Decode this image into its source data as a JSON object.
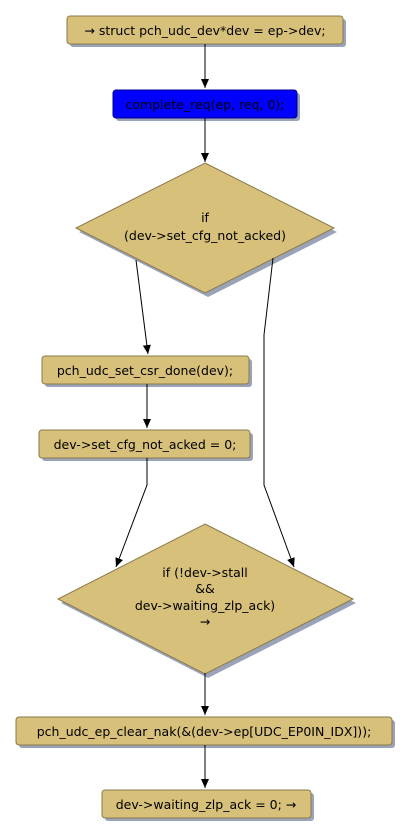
{
  "nodes": {
    "n1": "→ struct pch_udc_dev*dev = ep->dev;",
    "n2": "complete_req(ep, req, 0);",
    "n3_l1": "if",
    "n3_l2": "(dev->set_cfg_not_acked)",
    "n4": "pch_udc_set_csr_done(dev);",
    "n5": "dev->set_cfg_not_acked = 0;",
    "n6_l1": "if (!dev->stall",
    "n6_l2": "&&",
    "n6_l3": "dev->waiting_zlp_ack)",
    "n6_l4": "→",
    "n7": "pch_udc_ep_clear_nak(&(dev->ep[UDC_EP0IN_IDX]));",
    "n8": "dev->waiting_zlp_ack = 0; →"
  },
  "colors": {
    "node_fill": "#d7c07a",
    "highlight_fill": "#0000ff",
    "shadow": "#9aa3b8"
  }
}
